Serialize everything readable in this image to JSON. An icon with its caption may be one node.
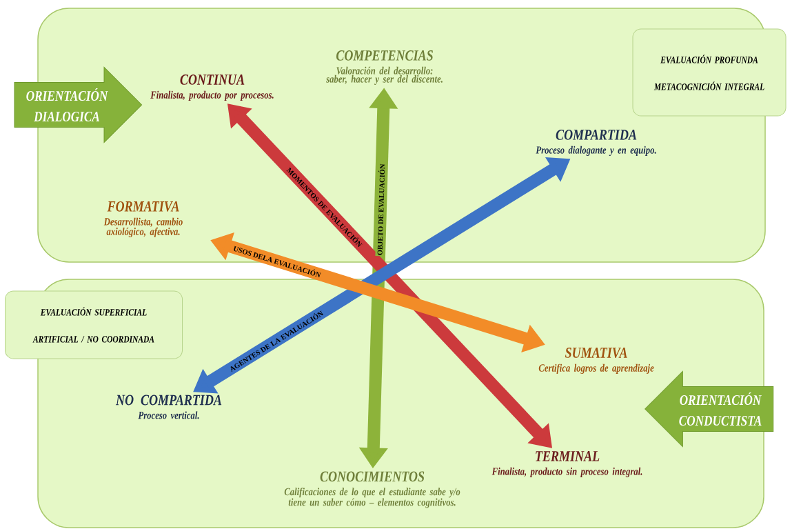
{
  "diagram": {
    "nodes": [
      {
        "text": [],
        "shape": "box"
      },
      {
        "text": [
          "ORIENTACIÓN DIALOGICA"
        ]
      },
      {
        "text": [
          "CONTINUA",
          "Finalista, producto por procesos."
        ],
        "in": 0
      },
      {
        "text": [
          "COMPETENCIAS",
          "Valoración del desarrollo: saber, hacer y ser del discente."
        ],
        "in": 0
      },
      {
        "text": [
          "EVALUACIÓN PROFUNDA",
          "METACOGNICIÓN INTEGRAL"
        ]
      },
      {
        "text": [
          "COMPARTIDA",
          "Proceso dialogante y en equipo."
        ],
        "in": 0
      },
      {
        "text": [
          "FORMATIVA",
          "Desarrollista, cambio axiológico, afectiva."
        ],
        "in": 0
      },
      {
        "text": [],
        "shape": "box"
      },
      {
        "text": [
          "EVALUACIÓN SUPERFICIAL",
          "ARTIFICIAL / NO COORDINADA"
        ]
      },
      {
        "text": [
          "SUMATIVA",
          "Certifica logros de aprendizaje"
        ],
        "in": 7
      },
      {
        "text": [
          "ORIENTACIÓN CONDUCTISTA"
        ]
      },
      {
        "text": [
          "NO COMPARTIDA",
          "Proceso vertical."
        ],
        "in": 7
      },
      {
        "text": [
          "TERMINAL",
          "Finalista, producto sin proceso integral."
        ],
        "in": 7
      },
      {
        "text": [
          "CONOCIMIENTOS",
          "Calificaciones de lo que el estudiante sabe y/o tiene un saber cómo – elementos cognitivos."
        ],
        "in": 7
      }
    ],
    "edges": [
      {
        "from": 3,
        "to": 13,
        "arrow": "both",
        "label": "OBJETO DE EVALUACIÓN",
        "color": "#8db33a"
      },
      {
        "from": 5,
        "to": 11,
        "arrow": "both",
        "label": "AGENTES DE LA EVALUACIÓN",
        "color": "#3d74c6"
      },
      {
        "from": 2,
        "to": 12,
        "arrow": "both",
        "label": "MOMENTOS DE EVALUACIÓN",
        "color": "#cc3a3c"
      },
      {
        "from": 6,
        "to": 9,
        "arrow": "both",
        "label": "USOS DELA EVALUACIÓN",
        "color": "#f28c28"
      }
    ]
  }
}
